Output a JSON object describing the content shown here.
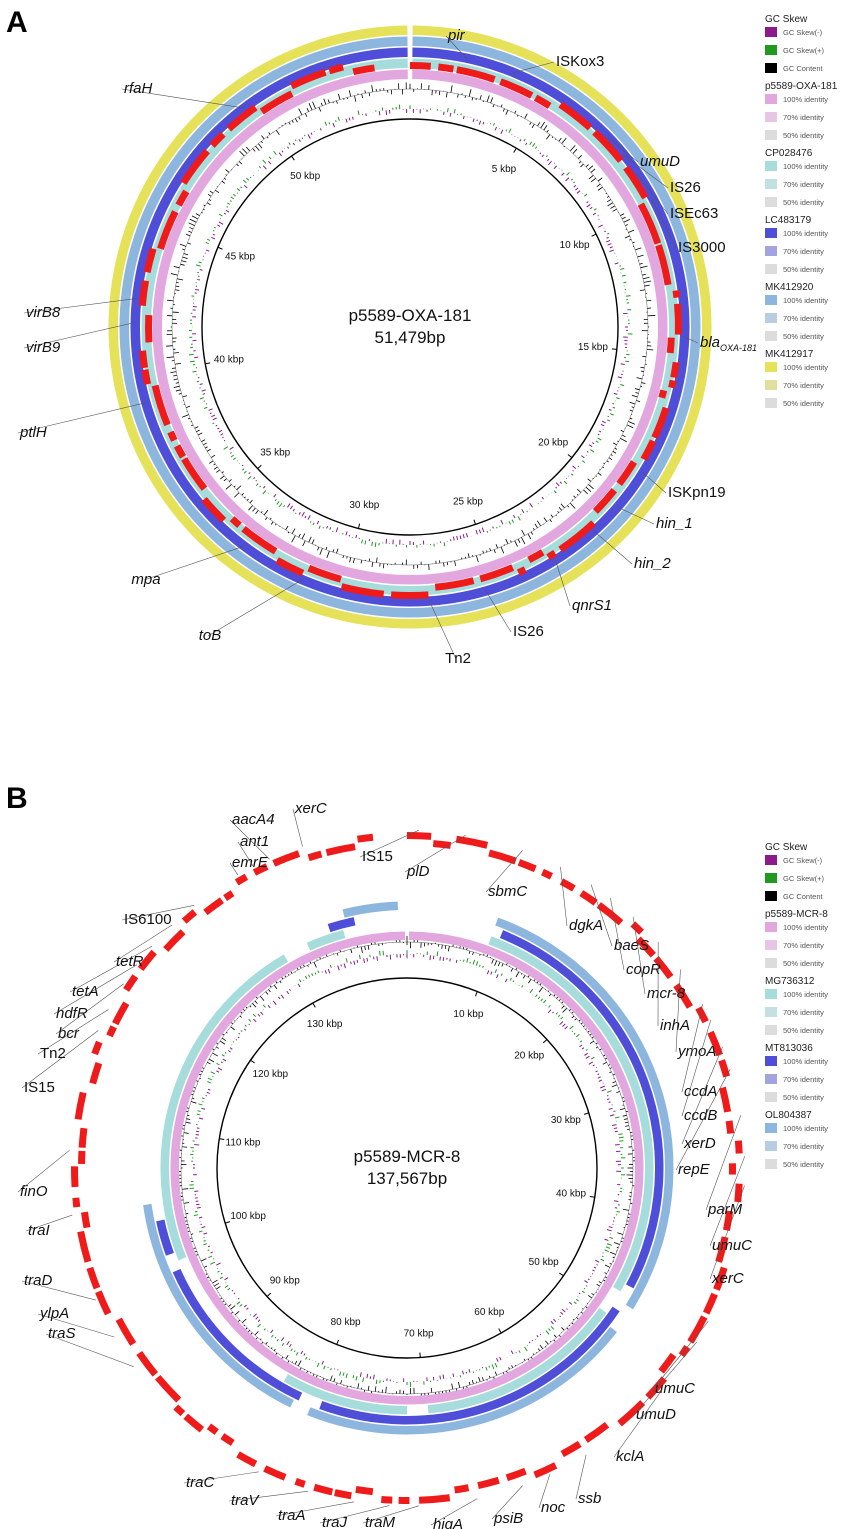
{
  "panels": [
    {
      "letter": "A",
      "name": "p5589-OXA-181",
      "size": "51,479bp",
      "ticks": [
        "5 kbp",
        "10 kbp",
        "15 kbp",
        "20 kbp",
        "25 kbp",
        "30 kbp",
        "35 kbp",
        "40 kbp",
        "45 kbp",
        "50 kbp"
      ],
      "rings": [
        {
          "name": "p5589-OXA-181",
          "color": "#e3a7e0"
        },
        {
          "name": "CP028476",
          "color": "#a6dcdc"
        },
        {
          "name": "LC483179",
          "color": "#4e4ed8"
        },
        {
          "name": "MK412920",
          "color": "#8db6de"
        },
        {
          "name": "MK412917",
          "color": "#e5e25a"
        }
      ],
      "gene_labels": [
        {
          "text": "pir",
          "italic": true
        },
        {
          "text": "ISKox3",
          "italic": false
        },
        {
          "text": "umuD",
          "italic": true
        },
        {
          "text": "IS26",
          "italic": false
        },
        {
          "text": "ISEc63",
          "italic": false
        },
        {
          "text": "IS3000",
          "italic": false
        },
        {
          "text": "bla",
          "sub": "OXA-181",
          "italic": true
        },
        {
          "text": "ISKpn19",
          "italic": false
        },
        {
          "text": "hin_1",
          "italic": true
        },
        {
          "text": "hin_2",
          "italic": true
        },
        {
          "text": "qnrS1",
          "italic": true
        },
        {
          "text": "IS26",
          "italic": false
        },
        {
          "text": "Tn2",
          "italic": false
        },
        {
          "text": "toB",
          "italic": true
        },
        {
          "text": "mpa",
          "italic": true
        },
        {
          "text": "ptlH",
          "italic": true
        },
        {
          "text": "virB9",
          "italic": true
        },
        {
          "text": "virB8",
          "italic": true
        },
        {
          "text": "rfaH",
          "italic": true
        }
      ],
      "legend": [
        {
          "title": "GC Skew",
          "items": [
            {
              "label": "GC Skew(-)",
              "color": "#8b1a8b"
            },
            {
              "label": "GC Skew(+)",
              "color": "#1f9a1f"
            },
            {
              "label": "GC Content",
              "color": "#000000"
            }
          ]
        },
        {
          "title": "p5589-OXA-181",
          "items": [
            {
              "label": "100% identity",
              "color": "#e3a7e0"
            },
            {
              "label": "70% identity",
              "color": "#e6c6e4"
            },
            {
              "label": "50% identity",
              "color": "#dcdcdc"
            }
          ]
        },
        {
          "title": "CP028476",
          "items": [
            {
              "label": "100% identity",
              "color": "#a6dcdc"
            },
            {
              "label": "70% identity",
              "color": "#c4e1e1"
            },
            {
              "label": "50% identity",
              "color": "#dcdcdc"
            }
          ]
        },
        {
          "title": "LC483179",
          "items": [
            {
              "label": "100% identity",
              "color": "#4e4ed8"
            },
            {
              "label": "70% identity",
              "color": "#a3a3e0"
            },
            {
              "label": "50% identity",
              "color": "#dcdcdc"
            }
          ]
        },
        {
          "title": "MK412920",
          "items": [
            {
              "label": "100% identity",
              "color": "#8db6de"
            },
            {
              "label": "70% identity",
              "color": "#b8cde2"
            },
            {
              "label": "50% identity",
              "color": "#dcdcdc"
            }
          ]
        },
        {
          "title": "MK412917",
          "items": [
            {
              "label": "100% identity",
              "color": "#e5e25a"
            },
            {
              "label": "70% identity",
              "color": "#e0df9e"
            },
            {
              "label": "50% identity",
              "color": "#dcdcdc"
            }
          ]
        }
      ]
    },
    {
      "letter": "B",
      "name": "p5589-MCR-8",
      "size": "137,567bp",
      "ticks": [
        "10 kbp",
        "20 kbp",
        "30 kbp",
        "40 kbp",
        "50 kbp",
        "60 kbp",
        "70 kbp",
        "80 kbp",
        "90 kbp",
        "100 kbp",
        "110 kbp",
        "120 kbp",
        "130 kbp"
      ],
      "rings": [
        {
          "name": "p5589-MCR-8",
          "color": "#e3a7e0"
        },
        {
          "name": "MG736312",
          "color": "#a6dcdc"
        },
        {
          "name": "MT813036",
          "color": "#4e4ed8"
        },
        {
          "name": "OL804387",
          "color": "#8db6de"
        }
      ],
      "gene_labels": [
        {
          "text": "IS15",
          "italic": false
        },
        {
          "text": "plD",
          "italic": true
        },
        {
          "text": "sbmC",
          "italic": true
        },
        {
          "text": "dgkA",
          "italic": true
        },
        {
          "text": "baeS",
          "italic": true
        },
        {
          "text": "copR",
          "italic": true
        },
        {
          "text": "mcr-8",
          "italic": true
        },
        {
          "text": "inhA",
          "italic": true
        },
        {
          "text": "ymoA",
          "italic": true
        },
        {
          "text": "ccdA",
          "italic": true
        },
        {
          "text": "ccdB",
          "italic": true
        },
        {
          "text": "xerD",
          "italic": true
        },
        {
          "text": "repE",
          "italic": true
        },
        {
          "text": "parM",
          "italic": true
        },
        {
          "text": "umuC",
          "italic": true
        },
        {
          "text": "xerC",
          "italic": true
        },
        {
          "text": "umuC",
          "italic": true
        },
        {
          "text": "umuD",
          "italic": true
        },
        {
          "text": "kclA",
          "italic": true
        },
        {
          "text": "ssb",
          "italic": true
        },
        {
          "text": "noc",
          "italic": true
        },
        {
          "text": "psiB",
          "italic": true
        },
        {
          "text": "higA",
          "italic": true
        },
        {
          "text": "traM",
          "italic": true
        },
        {
          "text": "traJ",
          "italic": true
        },
        {
          "text": "traA",
          "italic": true
        },
        {
          "text": "traV",
          "italic": true
        },
        {
          "text": "traC",
          "italic": true
        },
        {
          "text": "traS",
          "italic": true
        },
        {
          "text": "ylpA",
          "italic": true
        },
        {
          "text": "traD",
          "italic": true
        },
        {
          "text": "traI",
          "italic": true
        },
        {
          "text": "finO",
          "italic": true
        },
        {
          "text": "IS15",
          "italic": false
        },
        {
          "text": "Tn2",
          "italic": false
        },
        {
          "text": "bcr",
          "italic": true
        },
        {
          "text": "hdfR",
          "italic": true
        },
        {
          "text": "tetA",
          "italic": true
        },
        {
          "text": "tetR",
          "italic": true
        },
        {
          "text": "IS6100",
          "italic": false
        },
        {
          "text": "emrE",
          "italic": true
        },
        {
          "text": "ant1",
          "italic": true
        },
        {
          "text": "aacA4",
          "italic": true
        },
        {
          "text": "xerC",
          "italic": true
        }
      ],
      "legend": [
        {
          "title": "GC Skew",
          "items": [
            {
              "label": "GC Skew(-)",
              "color": "#8b1a8b"
            },
            {
              "label": "GC Skew(+)",
              "color": "#1f9a1f"
            },
            {
              "label": "GC Content",
              "color": "#000000"
            }
          ]
        },
        {
          "title": "p5589-MCR-8",
          "items": [
            {
              "label": "100% identity",
              "color": "#e3a7e0"
            },
            {
              "label": "70% identity",
              "color": "#e6c6e4"
            },
            {
              "label": "50% identity",
              "color": "#dcdcdc"
            }
          ]
        },
        {
          "title": "MG736312",
          "items": [
            {
              "label": "100% identity",
              "color": "#a6dcdc"
            },
            {
              "label": "70% identity",
              "color": "#c4e1e1"
            },
            {
              "label": "50% identity",
              "color": "#dcdcdc"
            }
          ]
        },
        {
          "title": "MT813036",
          "items": [
            {
              "label": "100% identity",
              "color": "#4e4ed8"
            },
            {
              "label": "70% identity",
              "color": "#a3a3e0"
            },
            {
              "label": "50% identity",
              "color": "#dcdcdc"
            }
          ]
        },
        {
          "title": "OL804387",
          "items": [
            {
              "label": "100% identity",
              "color": "#8db6de"
            },
            {
              "label": "70% identity",
              "color": "#b8cde2"
            },
            {
              "label": "50% identity",
              "color": "#dcdcdc"
            }
          ]
        }
      ]
    }
  ]
}
